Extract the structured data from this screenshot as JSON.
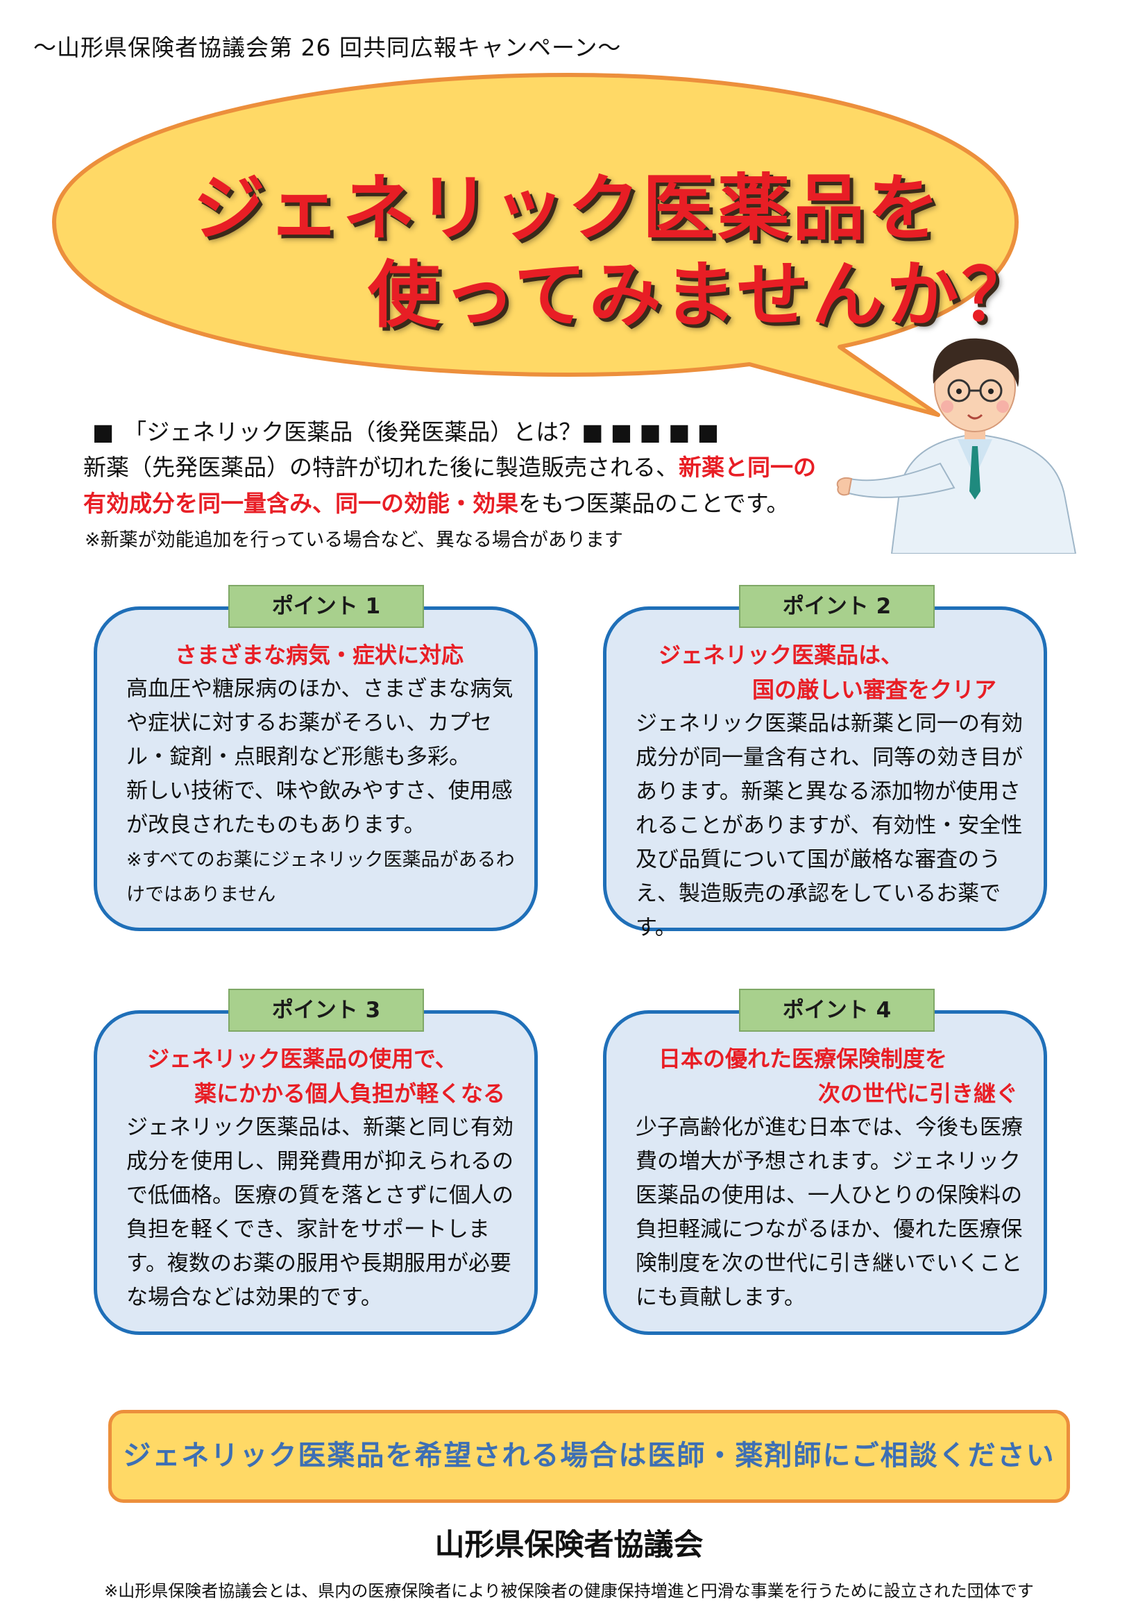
{
  "header": {
    "campaign": "〜山形県保険者協議会第 26 回共同広報キャンペーン〜"
  },
  "title": {
    "line1": "ジェネリック医薬品を",
    "line2": "使ってみませんか？"
  },
  "definition": {
    "heading": "「ジェネリック医薬品（後発医薬品）とは？",
    "heading_marks": "■ ■ ■ ■ ■",
    "lead_mark": "■",
    "body_a": "新薬（先発医薬品）の特許が切れた後に製造販売される、",
    "body_b": "新薬と同一の",
    "body_c": "有効成分を同一量含み、同一の効能・効果",
    "body_d": "をもつ医薬品のことです。",
    "note": "※新薬が効能追加を行っている場合など、異なる場合があります"
  },
  "points": [
    {
      "tag": "ポイント 1",
      "title_line1": "さまざまな病気・症状に対応",
      "title_line2": "",
      "body": "高血圧や糖尿病のほか、さまざまな病気や症状に対するお薬がそろい、カプセル・錠剤・点眼剤など形態も多彩。",
      "body2": "新しい技術で、味や飲みやすさ、使用感が改良されたものもあります。",
      "note": "※すべてのお薬にジェネリック医薬品があるわけではありません"
    },
    {
      "tag": "ポイント 2",
      "title_line1": "ジェネリック医薬品は、",
      "title_line2": "国の厳しい審査をクリア",
      "body": "ジェネリック医薬品は新薬と同一の有効成分が同一量含有され、同等の効き目があります。新薬と異なる添加物が使用されることがありますが、有効性・安全性及び品質について国が厳格な審査のうえ、製造販売の承認をしているお薬です。"
    },
    {
      "tag": "ポイント 3",
      "title_line1": "ジェネリック医薬品の使用で、",
      "title_line2": "薬にかかる個人負担が軽くなる",
      "body": "ジェネリック医薬品は、新薬と同じ有効成分を使用し、開発費用が抑えられるので低価格。医療の質を落とさずに個人の負担を軽くでき、家計をサポートします。複数のお薬の服用や長期服用が必要な場合などは効果的です。"
    },
    {
      "tag": "ポイント 4",
      "title_line1": "日本の優れた医療保険制度を",
      "title_line2": "次の世代に引き継ぐ",
      "body": "少子高齢化が進む日本では、今後も医療費の増大が予想されます。ジェネリック医薬品の使用は、一人ひとりの保険料の負担軽減につながるほか、優れた医療保険制度を次の世代に引き継いでいくことにも貢献します。"
    }
  ],
  "cta": "ジェネリック医薬品を希望される場合は医師・薬剤師にご相談ください",
  "organization": "山形県保険者協議会",
  "footnote": "※山形県保険者協議会とは、県内の医療保険者により被保険者の健康保持増進と円滑な事業を行うために設立された団体です",
  "colors": {
    "title_red": "#e81e25",
    "bubble_fill": "#ffd966",
    "bubble_stroke": "#ec8f3c",
    "card_fill": "#dde8f5",
    "card_border": "#1f6fb8",
    "tag_green": "#a8d08d",
    "cta_text": "#3d6fb4"
  },
  "icons": [
    "doctor-illustration"
  ]
}
